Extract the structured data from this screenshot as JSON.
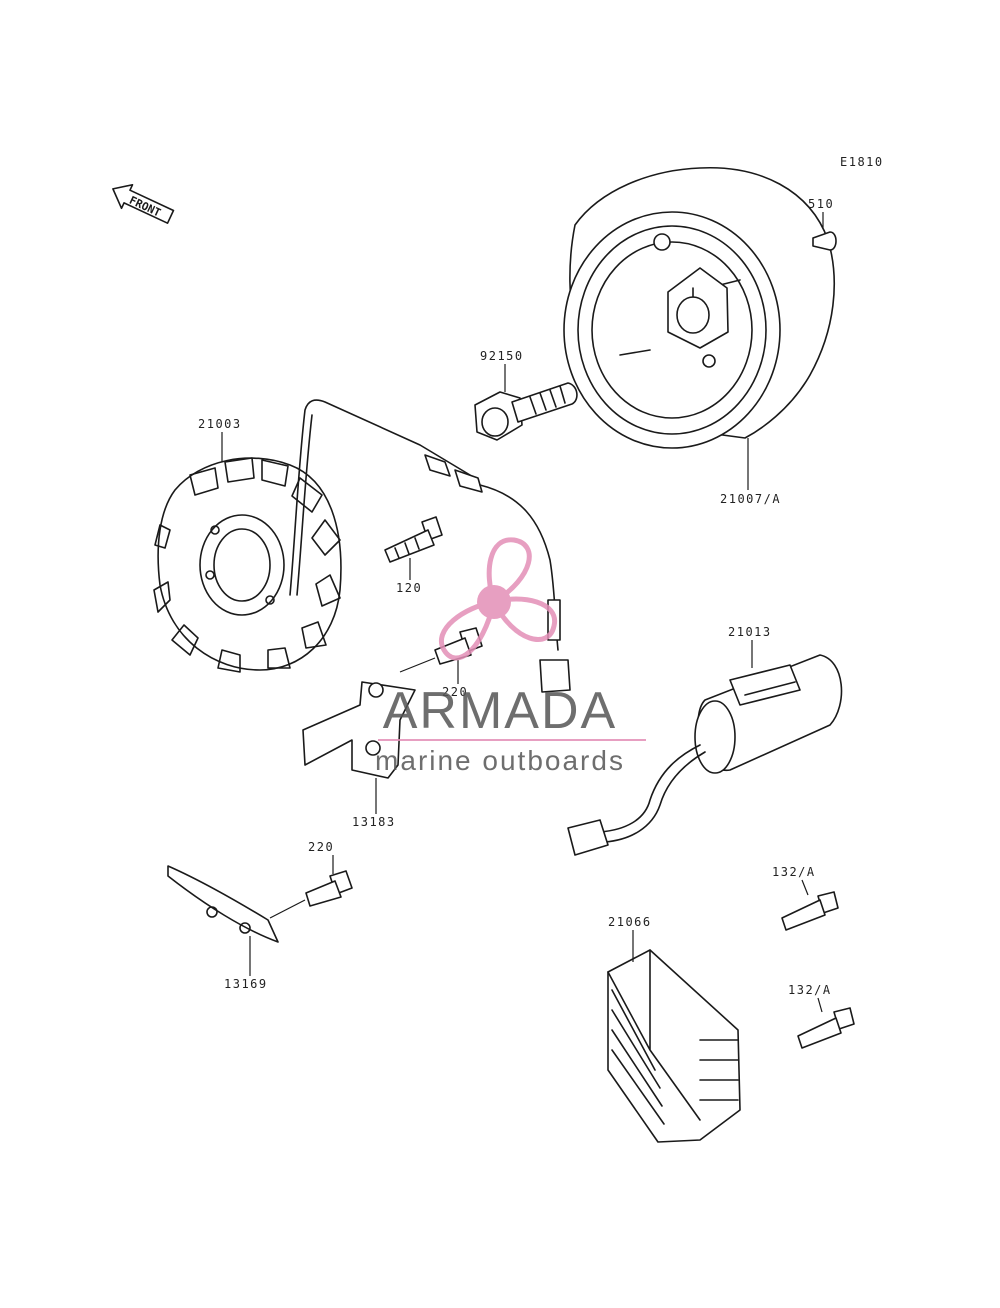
{
  "diagram_code": "E1810",
  "front_arrow": {
    "text": "FRONT",
    "icon": "front-arrow-icon"
  },
  "watermark": {
    "brand": "ARMADA",
    "tagline": "marine outboards",
    "logo_icon": "propeller-icon",
    "logo_color": "#e38fb7",
    "text_color": "#555555"
  },
  "parts": [
    {
      "id": "510",
      "name": "key"
    },
    {
      "id": "92150",
      "name": "flange-bolt"
    },
    {
      "id": "21007/A",
      "name": "flywheel-rotor"
    },
    {
      "id": "21003",
      "name": "stator"
    },
    {
      "id": "120",
      "name": "stator-bolt"
    },
    {
      "id": "220",
      "name": "bracket-bolt"
    },
    {
      "id": "13183",
      "name": "bracket-plate"
    },
    {
      "id": "21013",
      "name": "ignition-coil"
    },
    {
      "id": "220",
      "name": "clamp-bolt"
    },
    {
      "id": "13169",
      "name": "wire-clamp"
    },
    {
      "id": "132/A",
      "name": "regulator-bolt-upper"
    },
    {
      "id": "21066",
      "name": "regulator-rectifier"
    },
    {
      "id": "132/A",
      "name": "regulator-bolt-lower"
    }
  ]
}
